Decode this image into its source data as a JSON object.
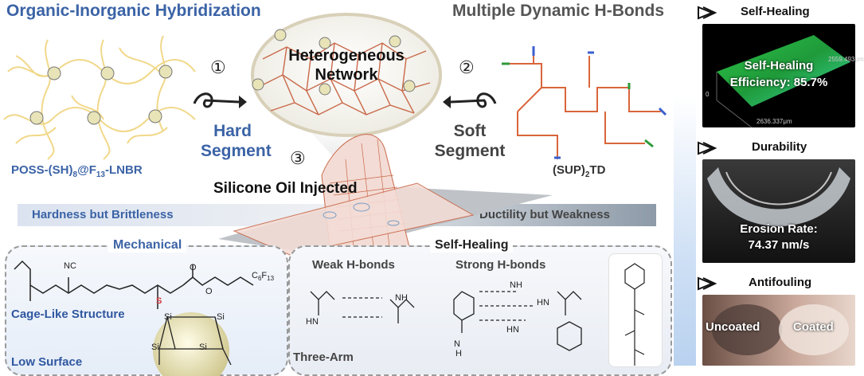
{
  "left_title": "Organic-Inorganic Hybridization",
  "right_title": "Multiple Dynamic H-Bonds",
  "step1": "①",
  "step2": "②",
  "step3": "③",
  "network_line1": "Heterogeneous",
  "network_line2": "Network",
  "hard_line1": "Hard",
  "hard_line2": "Segment",
  "soft_line1": "Soft",
  "soft_line2": "Segment",
  "poss_main": "POSS-(SH)",
  "poss_sub1": "8",
  "poss_mid": "@F",
  "poss_sub2": "13",
  "poss_end": "-LNBR",
  "sup_pre": "(SUP)",
  "sup_sub": "2",
  "sup_end": "TD",
  "silicone": "Silicone Oil Injected",
  "bar_left": "Hardness but Brittleness",
  "bar_right": "Ductility but  Weakness",
  "mechanical": "Mechanical",
  "cage": "Cage-Like Structure",
  "low_surface": "Low Surface",
  "self_healing_section": "Self-Healing",
  "weak_hbonds": "Weak H-bonds",
  "strong_hbonds": "Strong H-bonds",
  "three_arm": "Three-Arm",
  "panels": {
    "p1_title": "Self-Healing",
    "p1_overlay1": "Self-Healing",
    "p1_overlay2": "Efficiency: 85.7%",
    "p1_axis1": "2559.493μm",
    "p1_axis2": "2636.337μm",
    "p1_axis0": "0",
    "p2_title": "Durability",
    "p2_overlay1": "Erosion Rate:",
    "p2_overlay2": "74.37 nm/s",
    "p3_title": "Antifouling",
    "p3_left": "Uncoated",
    "p3_right": "Coated"
  },
  "chem": {
    "nc": "NC",
    "o": "O",
    "o2": "O",
    "c6f13": "C",
    "c6f13_sub": "6",
    "c6f13_f": "F",
    "c6f13_fsub": "13",
    "s": "S",
    "si": "Si",
    "nh": "NH",
    "hn": "HN",
    "n": "N",
    "h": "H"
  }
}
